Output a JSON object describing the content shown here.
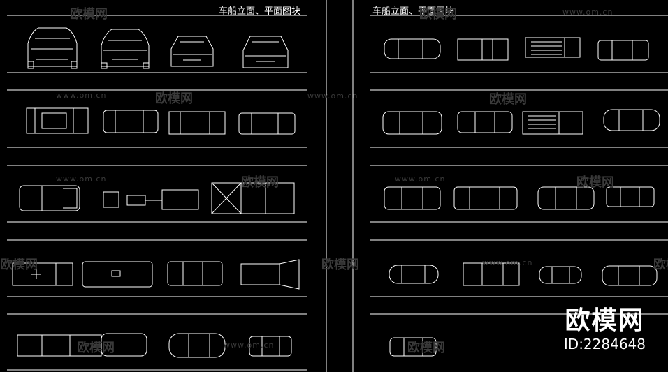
{
  "panels": [
    {
      "title": "车船立面、平面图块"
    },
    {
      "title": "车船立面、平面图块"
    }
  ],
  "watermarks": {
    "url": "www.om.cn",
    "logo": "欧模网"
  },
  "brand": {
    "name": "欧模网",
    "id": "ID:2284648"
  },
  "colors": {
    "background": "#000000",
    "lines": "#ffffff",
    "watermark": "#3a3a3a"
  }
}
